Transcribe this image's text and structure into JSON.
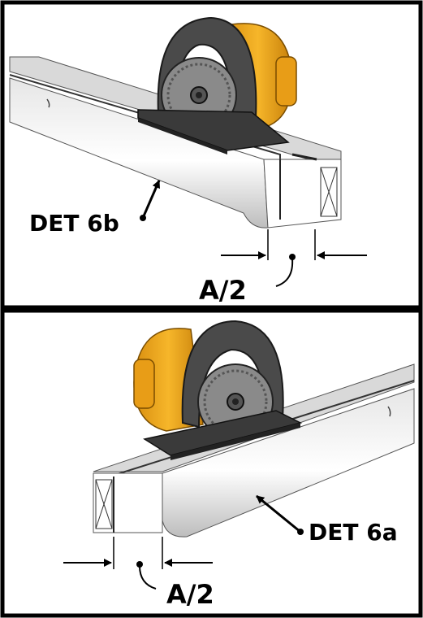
{
  "panels": [
    {
      "id": "top",
      "detail_label": "DET 6b",
      "dimension_label": "A/2"
    },
    {
      "id": "bottom",
      "detail_label": "DET 6a",
      "dimension_label": "A/2"
    }
  ],
  "colors": {
    "frame": "#000000",
    "saw_body": "#4a4a4a",
    "saw_motor": "#f2a91f",
    "baseplate": "#3a3a3a",
    "board_shade": "#c8c8c8",
    "board_light": "#f4f4f4"
  }
}
